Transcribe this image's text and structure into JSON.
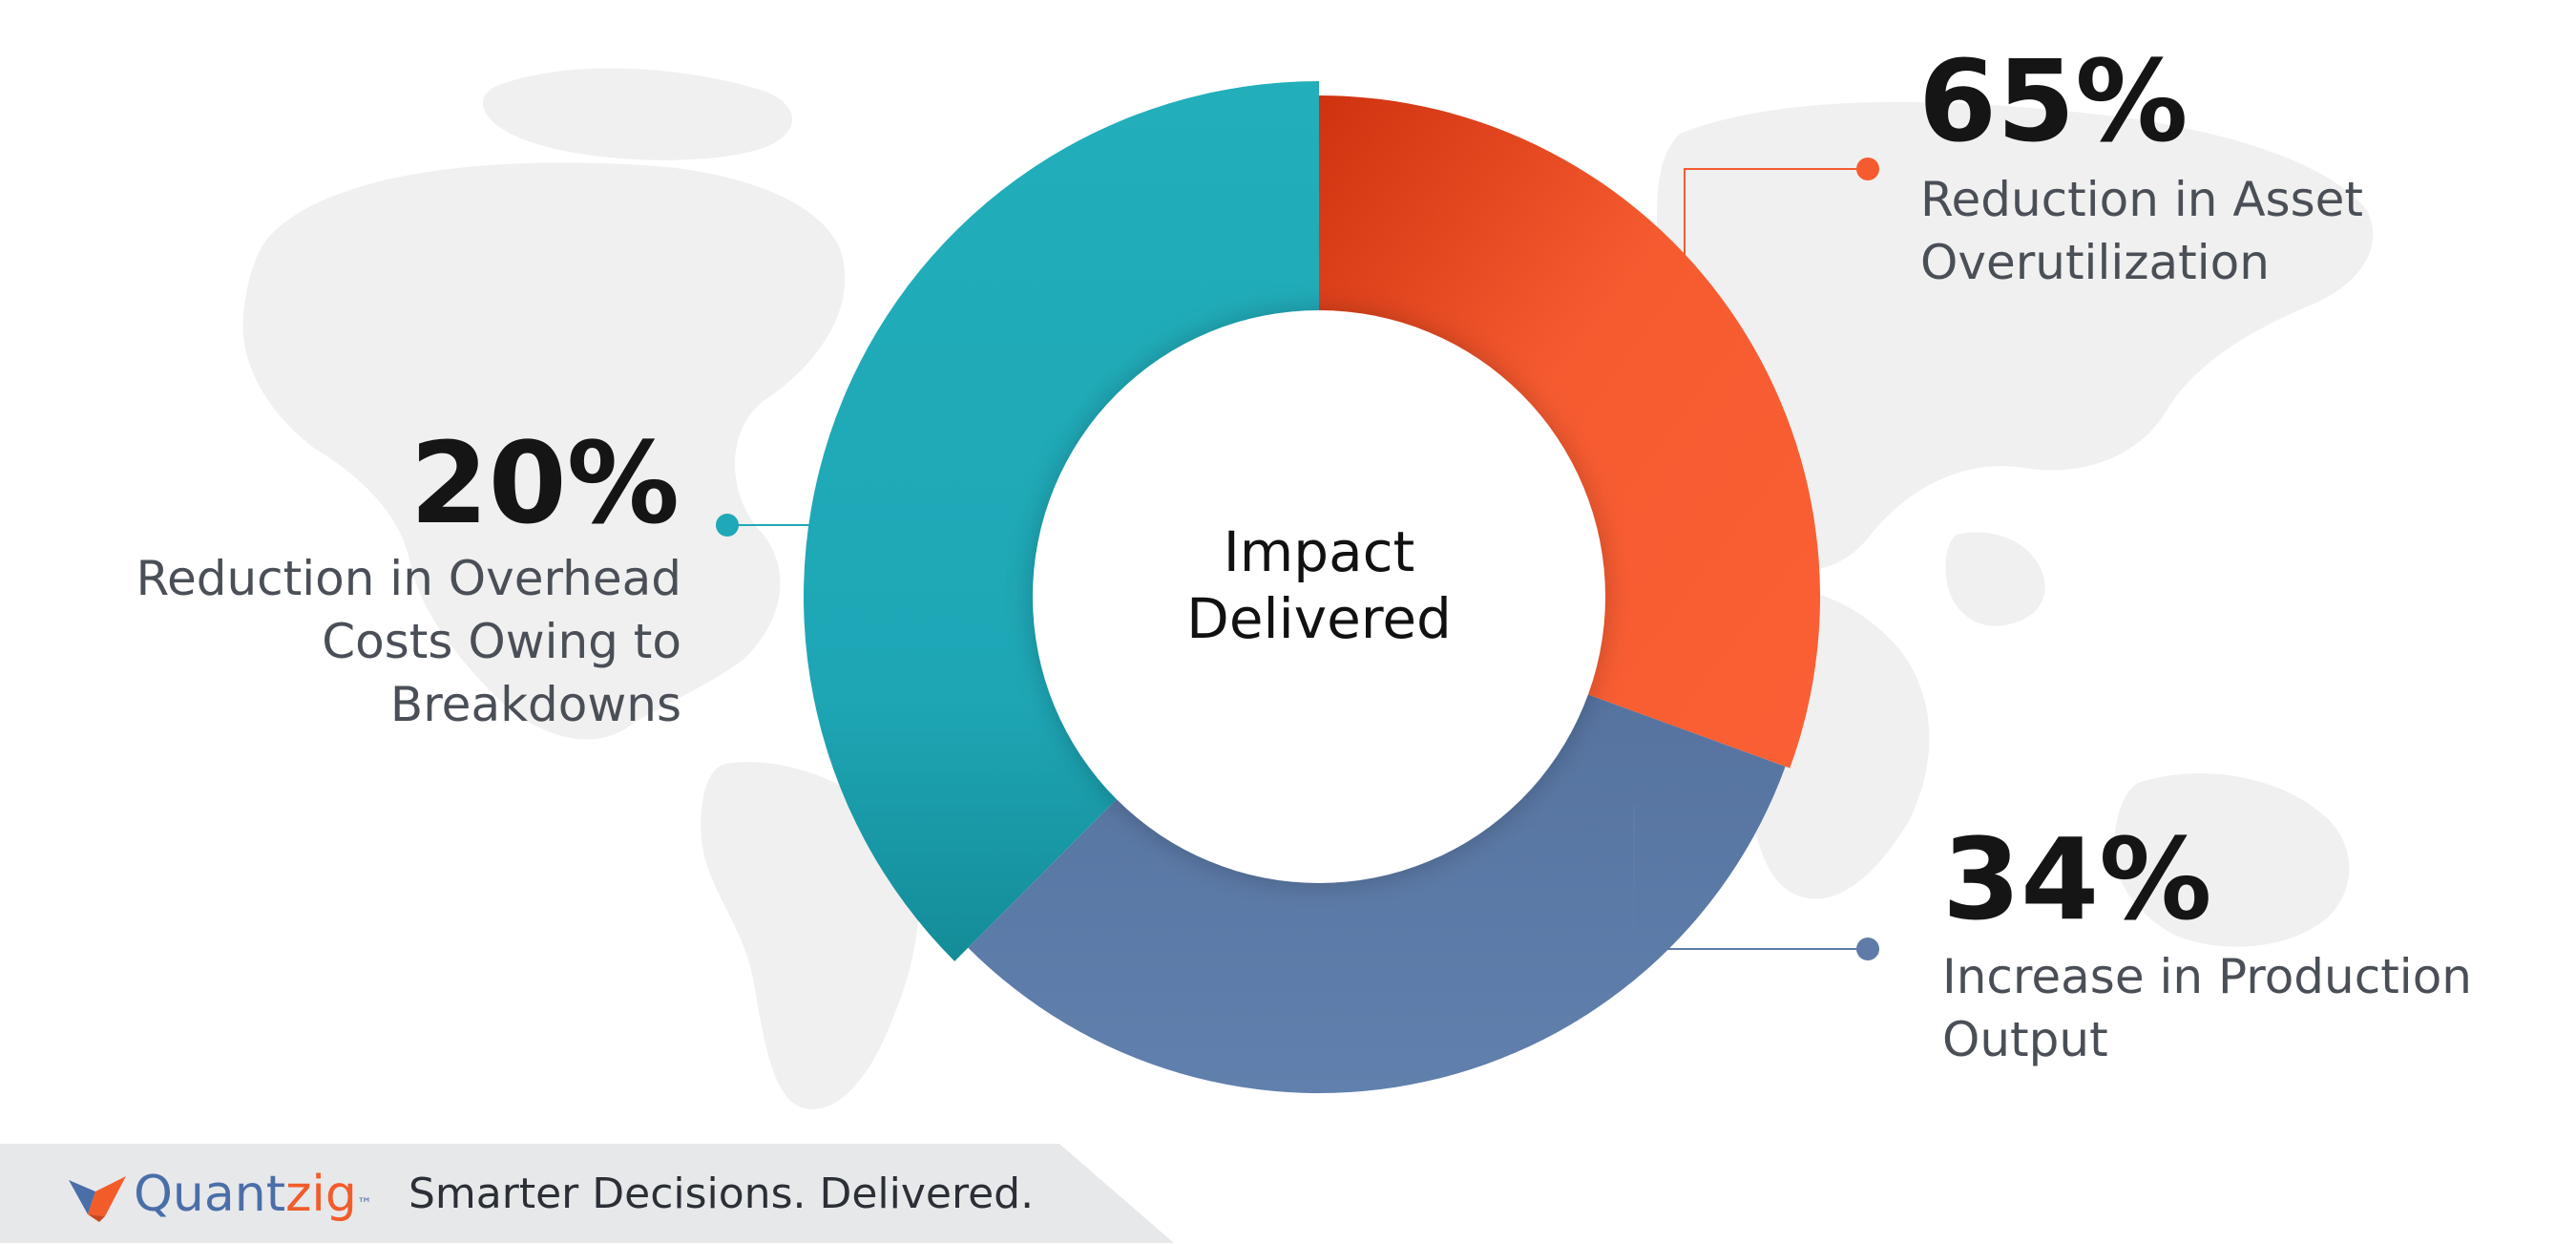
{
  "chart_data": {
    "type": "pie",
    "title": "Impact Delivered",
    "segments": [
      {
        "value": "65%",
        "label": "Reduction in Asset Overutilization",
        "color": "#f65b30",
        "angle_start": 0,
        "angle_end": 110
      },
      {
        "value": "34%",
        "label": "Increase in Production Output",
        "color": "#5f7ca8",
        "angle_start": 110,
        "angle_end": 225
      },
      {
        "value": "20%",
        "label": "Reduction in Overhead Costs Owing to Breakdowns",
        "color": "#1fa8b8",
        "angle_start": 225,
        "angle_end": 360
      }
    ]
  },
  "callouts": {
    "top_right": {
      "value": "65%",
      "lines": [
        "Reduction in Asset",
        "Overutilization"
      ]
    },
    "bottom_right": {
      "value": "34%",
      "lines": [
        "Increase in Production",
        "Output"
      ]
    },
    "left": {
      "value": "20%",
      "lines": [
        "Reduction in Overhead",
        "Costs Owing to",
        "Breakdowns"
      ]
    }
  },
  "center": {
    "lines": [
      "Impact",
      "Delivered"
    ]
  },
  "footer": {
    "logo_icon": "quantzig-logo-icon",
    "brand_main": "Quant",
    "brand_accent": "zig",
    "brand_tm": "™",
    "tagline": "Smarter Decisions. Delivered."
  },
  "colors": {
    "orange": "#f65b30",
    "slate_blue": "#5f7ca8",
    "teal": "#1fa8b8",
    "map": "#f0f0f0"
  }
}
